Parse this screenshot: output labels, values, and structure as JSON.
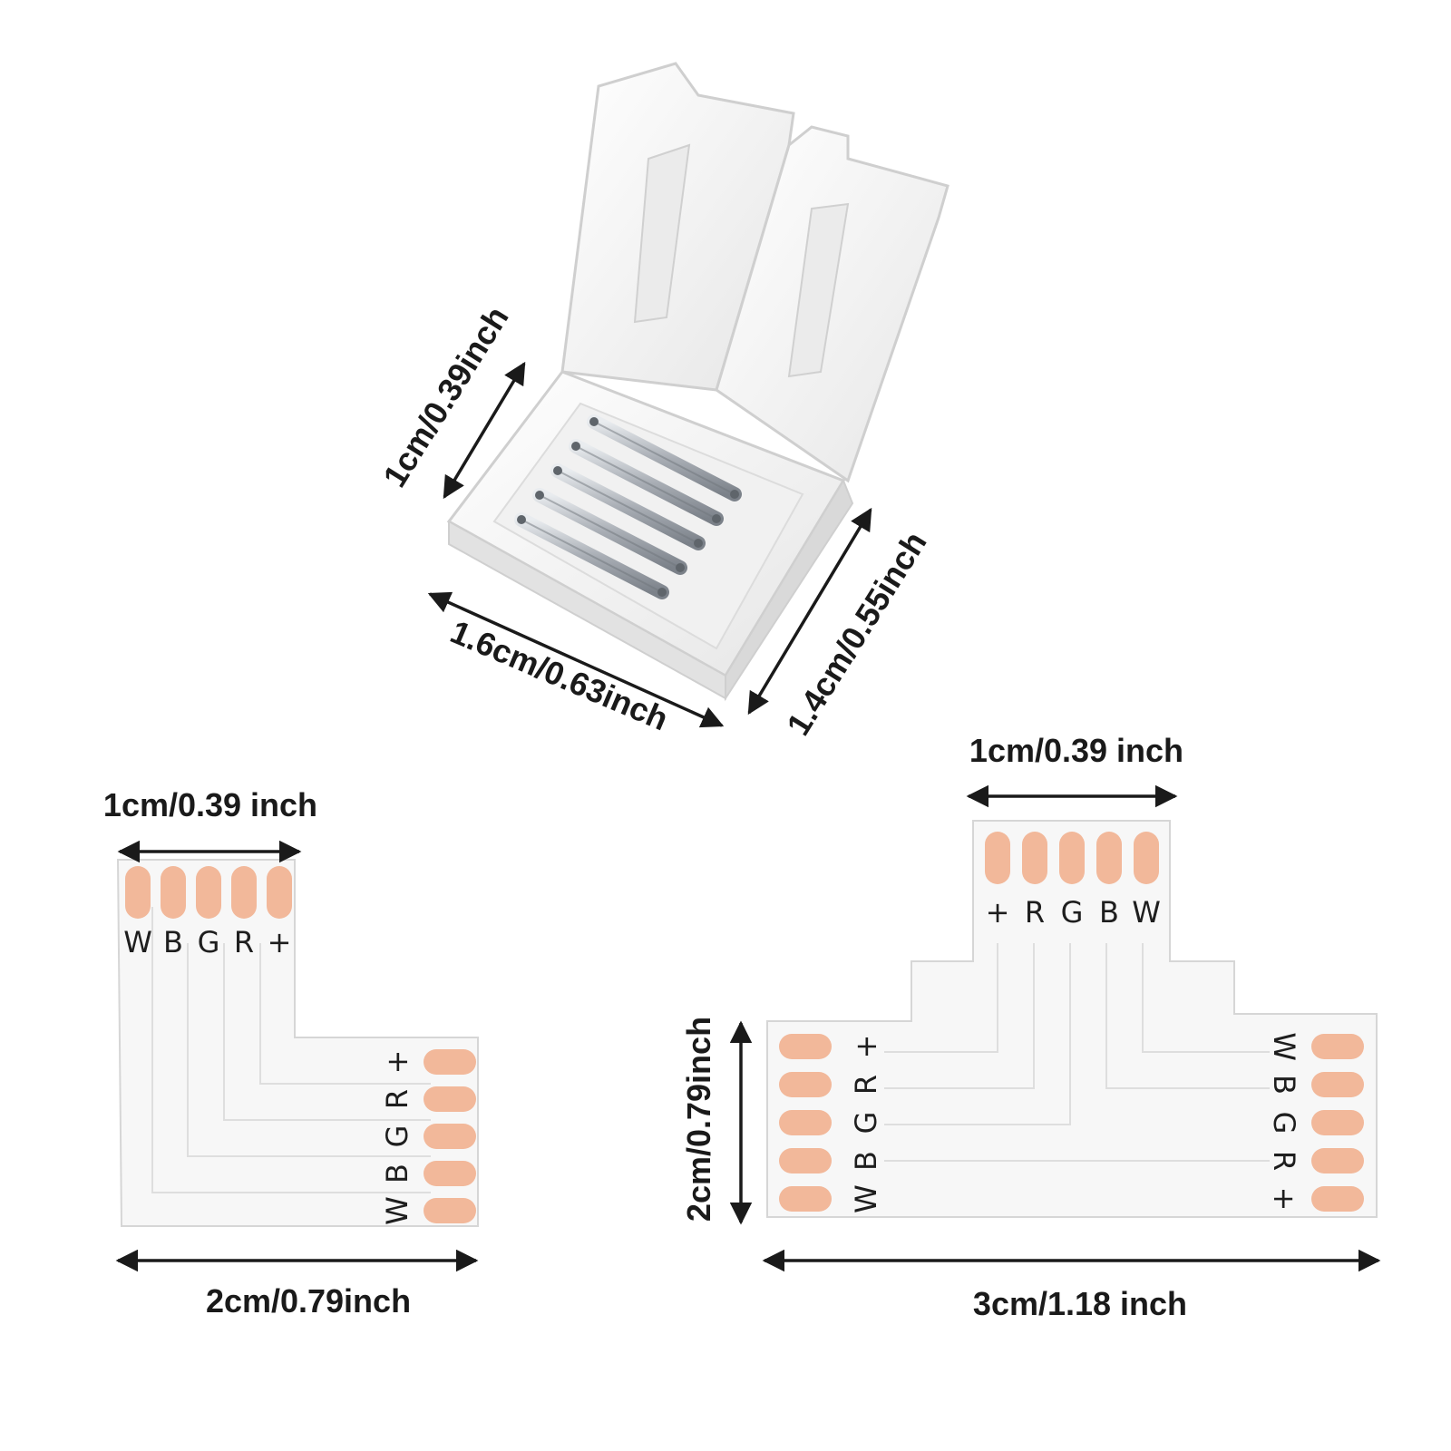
{
  "connector": {
    "dim_height": "1cm/0.39inch",
    "dim_width": "1.6cm/0.63inch",
    "dim_depth": "1.4cm/0.55inch"
  },
  "l_board": {
    "dim_top": "1cm/0.39 inch",
    "dim_bottom": "2cm/0.79inch",
    "top_pins": [
      "W",
      "B",
      "G",
      "R",
      "+"
    ],
    "side_pins": [
      "+",
      "R",
      "G",
      "B",
      "W"
    ]
  },
  "t_board": {
    "dim_top": "1cm/0.39 inch",
    "dim_left": "2cm/0.79inch",
    "dim_bottom": "3cm/1.18 inch",
    "top_pins": [
      "+",
      "R",
      "G",
      "B",
      "W"
    ],
    "left_pins": [
      "+",
      "R",
      "G",
      "B",
      "W"
    ],
    "right_pins": [
      "W",
      "B",
      "G",
      "R",
      "+"
    ]
  },
  "colors": {
    "pad": "#f2b89a",
    "board": "#f7f7f7",
    "board_edge": "#d8d8d8",
    "connector": "#f4f4f4",
    "pin_metal": "#b8bcc2"
  }
}
